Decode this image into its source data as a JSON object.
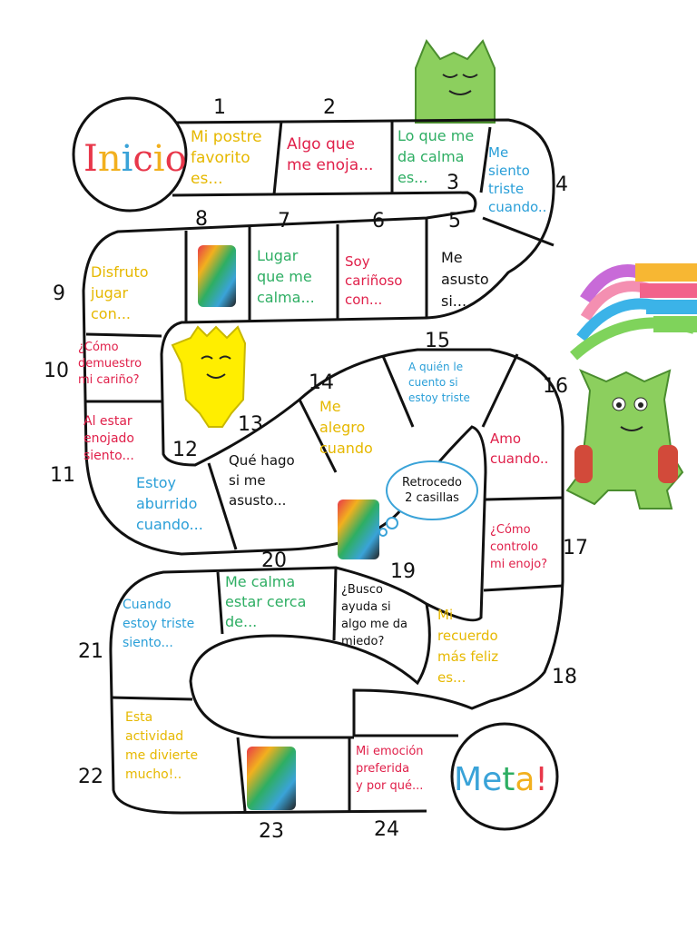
{
  "start": {
    "label": "Inicio",
    "letter_colors": [
      "#e8374a",
      "#f2b01e",
      "#3aa3d8",
      "#e8374a",
      "#f2b01e"
    ]
  },
  "goal": {
    "label": "Meta!",
    "letter_colors": [
      "#3aa3d8",
      "#3aa3d8",
      "#2eae63",
      "#f2b01e",
      "#e8374a"
    ]
  },
  "squares": [
    {
      "n": "1",
      "text": "Mi postre\nfavorito\nes...",
      "color": "#e6b800"
    },
    {
      "n": "2",
      "text": "Algo que\nme enoja...",
      "color": "#e0204a"
    },
    {
      "n": "3",
      "text": "Lo que me\nda calma\nes...",
      "color": "#2eae63"
    },
    {
      "n": "4",
      "text": "Me\nsiento\ntriste\ncuando..",
      "color": "#2a9fd8"
    },
    {
      "n": "5",
      "text": "Me\nasusto\nsi...",
      "color": "#111111"
    },
    {
      "n": "6",
      "text": "Soy\ncariñoso\ncon...",
      "color": "#e0204a"
    },
    {
      "n": "7",
      "text": "Lugar\nque me\ncalma...",
      "color": "#2eae63"
    },
    {
      "n": "8",
      "text": "",
      "color": "#111111"
    },
    {
      "n": "9",
      "text": "Disfruto\njugar\ncon...",
      "color": "#e6b800"
    },
    {
      "n": "10",
      "text": "¿Cómo\ndemuestro\nmi cariño?",
      "color": "#e0204a"
    },
    {
      "n": "11",
      "text": "Al estar\nenojado\nsiento...",
      "color": "#e0204a"
    },
    {
      "n": "12",
      "text": "",
      "color": "#111111"
    },
    {
      "n": "13",
      "text": "",
      "color": "#111111"
    },
    {
      "n": "14",
      "text": "Me\nalegro\ncuando",
      "color": "#e6b800"
    },
    {
      "n": "15",
      "text": "A quién le\ncuento si\nestoy triste",
      "color": "#2a9fd8"
    },
    {
      "n": "16",
      "text": "Amo\ncuando..",
      "color": "#e0204a"
    },
    {
      "n": "17",
      "text": "¿Cómo\ncontrolo\nmi enojo?",
      "color": "#e0204a"
    },
    {
      "n": "18",
      "text": "Mi\nrecuerdo\nmás feliz\nes...",
      "color": "#e6b800"
    },
    {
      "n": "19",
      "text": "¿Busco\nayuda si\nalgo me da\nmiedo?",
      "color": "#111111"
    },
    {
      "n": "20",
      "text": "Me calma\nestar cerca\nde...",
      "color": "#2eae63"
    },
    {
      "n": "21",
      "text": "Cuando\nestoy triste\nsiento...",
      "color": "#2a9fd8"
    },
    {
      "n": "22",
      "text": "Esta\nactividad\nme divierte\nmucho!..",
      "color": "#e6b800"
    },
    {
      "n": "23",
      "text": "",
      "color": "#111111"
    },
    {
      "n": "24",
      "text": "Mi emoción\npreferida\ny por qué...",
      "color": "#e0204a"
    }
  ],
  "extra": {
    "q13_text": "Qué hago\nsi me\nasusto...",
    "q12_text": "Estoy\naburrido\ncuando...",
    "q12_color": "#2a9fd8"
  },
  "bubble": {
    "text": "Retrocedo\n2 casillas"
  },
  "colors": {
    "green_monster": "#8ccf5e",
    "yellow_monster": "#ffee00",
    "line": "#111111"
  }
}
